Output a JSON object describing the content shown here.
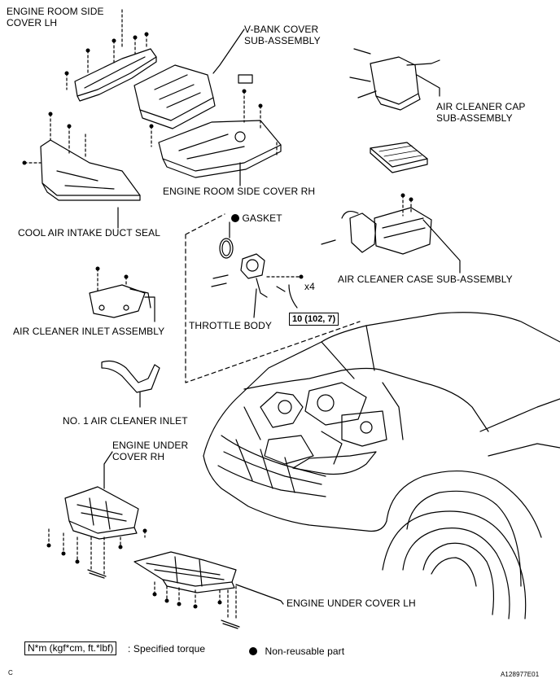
{
  "labels": {
    "engine_room_side_cover_lh": "ENGINE ROOM SIDE\nCOVER LH",
    "v_bank_cover": "V-BANK COVER\nSUB-ASSEMBLY",
    "air_cleaner_cap": "AIR CLEANER CAP\nSUB-ASSEMBLY",
    "engine_room_side_cover_rh": "ENGINE ROOM SIDE COVER RH",
    "cool_air_intake_duct_seal": "COOL AIR INTAKE DUCT SEAL",
    "gasket": "GASKET",
    "air_cleaner_case": "AIR CLEANER CASE SUB-ASSEMBLY",
    "x4": "x4",
    "torque_value": "10 (102, 7)",
    "throttle_body": "THROTTLE BODY",
    "air_cleaner_inlet_assembly": "AIR CLEANER INLET ASSEMBLY",
    "no1_air_cleaner_inlet": "NO. 1 AIR CLEANER INLET",
    "engine_under_cover_rh": "ENGINE UNDER\nCOVER RH",
    "engine_under_cover_lh": "ENGINE UNDER COVER LH"
  },
  "legend": {
    "torque_unit": "N*m (kgf*cm, ft.*lbf)",
    "torque_desc": ": Specified torque",
    "non_reusable": "Non-reusable part"
  },
  "footer": {
    "left_code": "C",
    "figure_id": "A128977E01"
  }
}
